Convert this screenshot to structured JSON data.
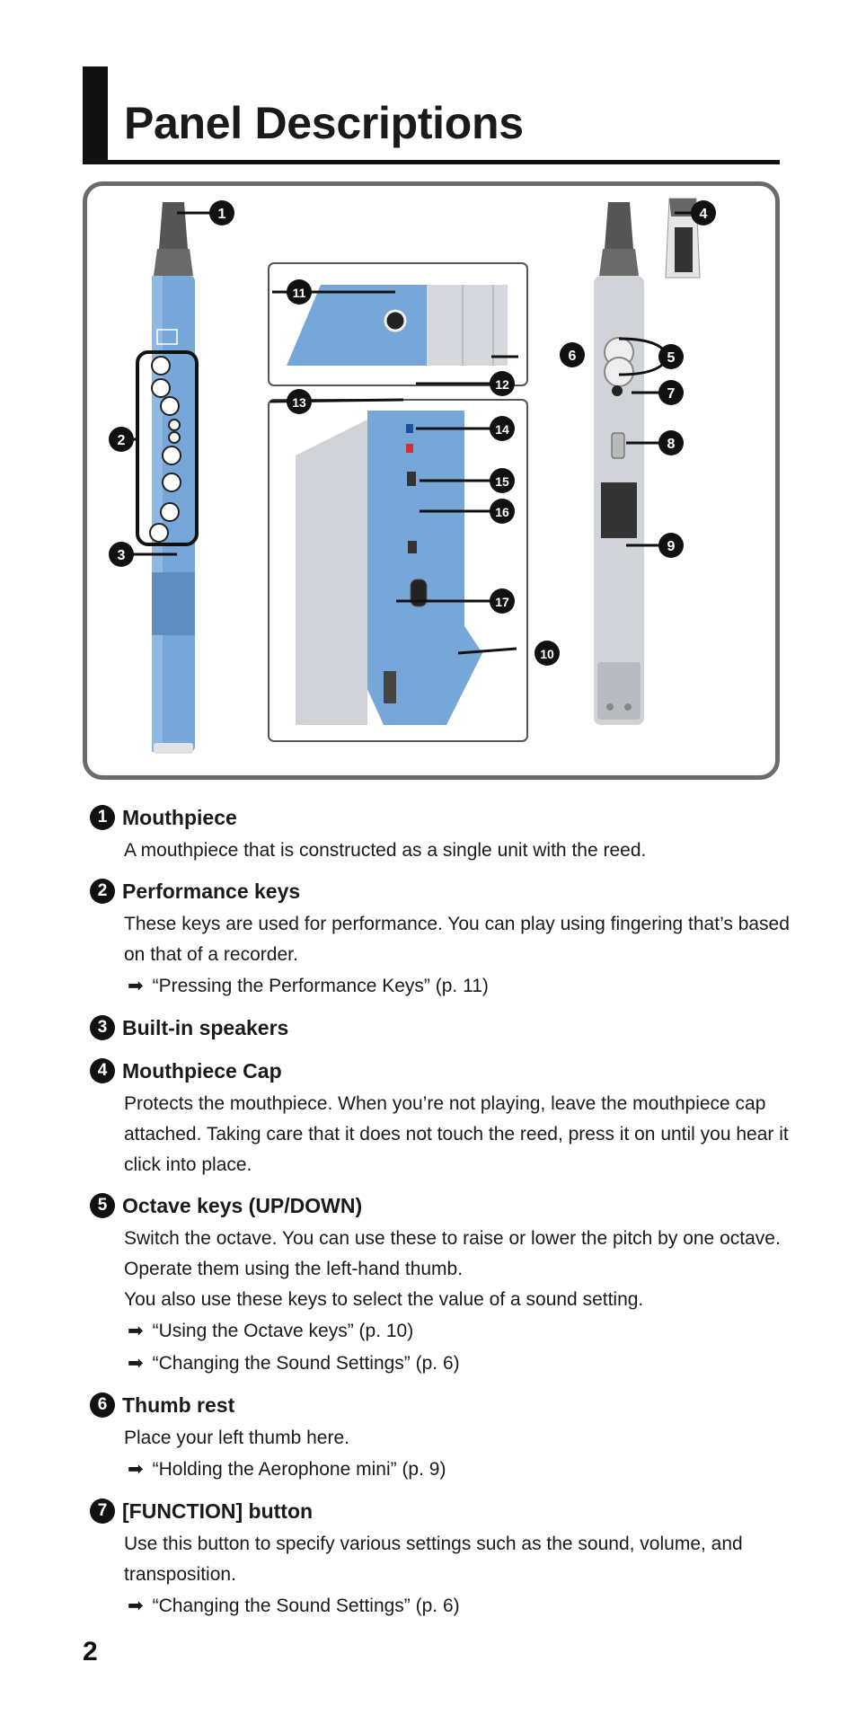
{
  "page": {
    "title": "Panel Descriptions",
    "page_number": "2"
  },
  "figure": {
    "callouts": [
      "1",
      "2",
      "3",
      "4",
      "5",
      "6",
      "7",
      "8",
      "9",
      "10",
      "11",
      "12",
      "13",
      "14",
      "15",
      "16",
      "17"
    ],
    "colors": {
      "body_blue": "#76a7d8",
      "dark_mouthpiece": "#555555",
      "silver": "#d0d3d8",
      "frame": "#6b6b6b"
    }
  },
  "entries": [
    {
      "num": "1",
      "title": "Mouthpiece",
      "body": [
        "A mouthpiece that is constructed as a single unit with the reed."
      ],
      "refs": []
    },
    {
      "num": "2",
      "title": "Performance keys",
      "body": [
        "These keys are used for performance. You can play using fingering that’s based on that of a recorder."
      ],
      "refs": [
        "“Pressing the Performance Keys” (p. 11)"
      ]
    },
    {
      "num": "3",
      "title": "Built-in speakers",
      "body": [],
      "refs": []
    },
    {
      "num": "4",
      "title": "Mouthpiece Cap",
      "body": [
        "Protects the mouthpiece. When you’re not playing, leave the mouthpiece cap attached. Taking care that it does not touch the reed, press it on until you hear it click into place."
      ],
      "refs": []
    },
    {
      "num": "5",
      "title": "Octave keys (UP/DOWN)",
      "body": [
        "Switch the octave. You can use these to raise or lower the pitch by one octave. Operate them using the left-hand thumb.",
        "You also use these keys to select the value of a sound setting."
      ],
      "refs": [
        "“Using the Octave keys” (p. 10)",
        "“Changing the Sound Settings” (p. 6)"
      ]
    },
    {
      "num": "6",
      "title": "Thumb rest",
      "body": [
        "Place your left thumb here."
      ],
      "refs": [
        "“Holding the Aerophone mini” (p. 9)"
      ]
    },
    {
      "num": "7",
      "title": "[FUNCTION] button",
      "body": [
        "Use this button to specify various settings such as the sound, volume, and transposition."
      ],
      "refs": [
        "“Changing the Sound Settings” (p. 6)"
      ]
    }
  ]
}
